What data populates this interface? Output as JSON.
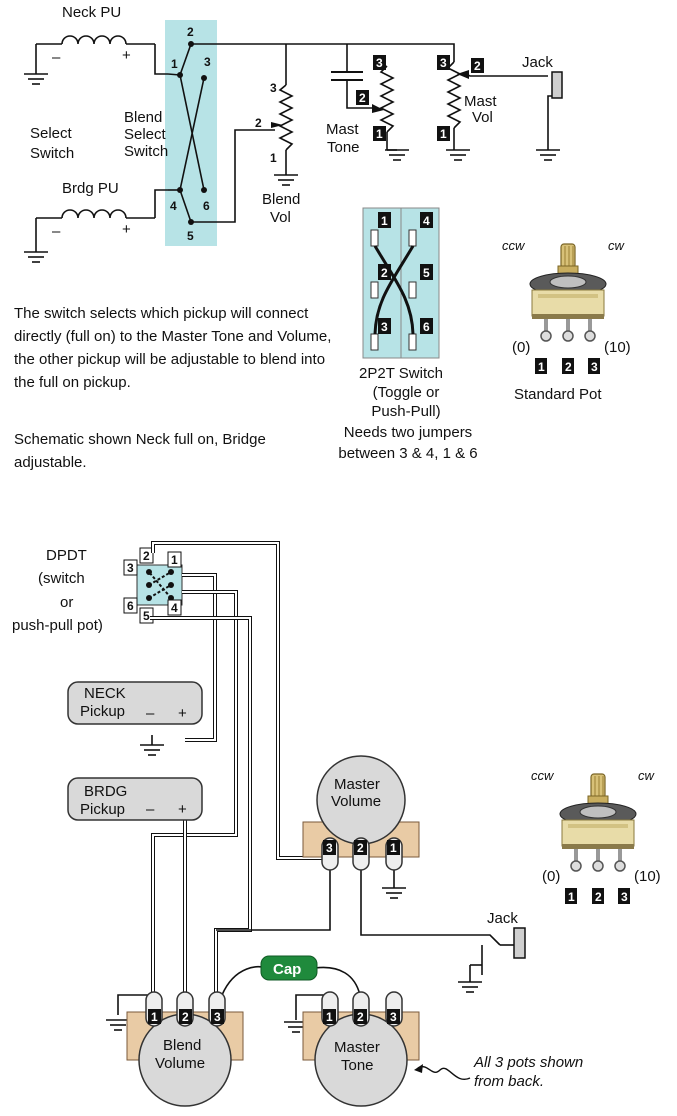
{
  "top": {
    "neck_pu": "Neck PU",
    "bridge_pu": "Brdg PU",
    "select_switch": [
      "Select",
      "Switch"
    ],
    "blend_select_switch": [
      "Blend",
      "Select",
      "Switch"
    ],
    "blend_vol": [
      "Blend",
      "Vol"
    ],
    "mast_tone": [
      "Mast",
      "Tone"
    ],
    "mast_vol": [
      "Mast",
      "Vol"
    ],
    "jack": "Jack",
    "minus": "–",
    "plus": "+",
    "switch_pins": [
      "1",
      "2",
      "3",
      "4",
      "5",
      "6"
    ]
  },
  "description": {
    "paragraph1": "The switch selects which pickup will connect directly (full on) to the Master Tone and Volume, the other pickup will be adjustable to blend into the full on pickup.",
    "paragraph2": "Schematic shown Neck full on, Bridge adjustable."
  },
  "switch_2p2t": {
    "pins": [
      "1",
      "2",
      "3",
      "4",
      "5",
      "6"
    ],
    "caption": [
      "2P2T Switch",
      "(Toggle or",
      "Push-Pull)",
      "Needs two jumpers",
      "between 3 & 4, 1 & 6"
    ]
  },
  "standard_pot": {
    "ccw": "ccw",
    "cw": "cw",
    "zero": "(0)",
    "ten": "(10)",
    "pins": [
      "1",
      "2",
      "3"
    ],
    "caption": "Standard Pot"
  },
  "bottom": {
    "dpdt": [
      "DPDT",
      "(switch",
      "or",
      "push-pull pot)"
    ],
    "neck_pickup": [
      "NECK",
      "Pickup"
    ],
    "bridge_pickup": [
      "BRDG",
      "Pickup"
    ],
    "master_volume": [
      "Master",
      "Volume"
    ],
    "blend_volume": [
      "Blend",
      "Volume"
    ],
    "master_tone": [
      "Master",
      "Tone"
    ],
    "jack": "Jack",
    "cap": "Cap",
    "note": [
      "All 3 pots shown",
      "from back."
    ]
  }
}
